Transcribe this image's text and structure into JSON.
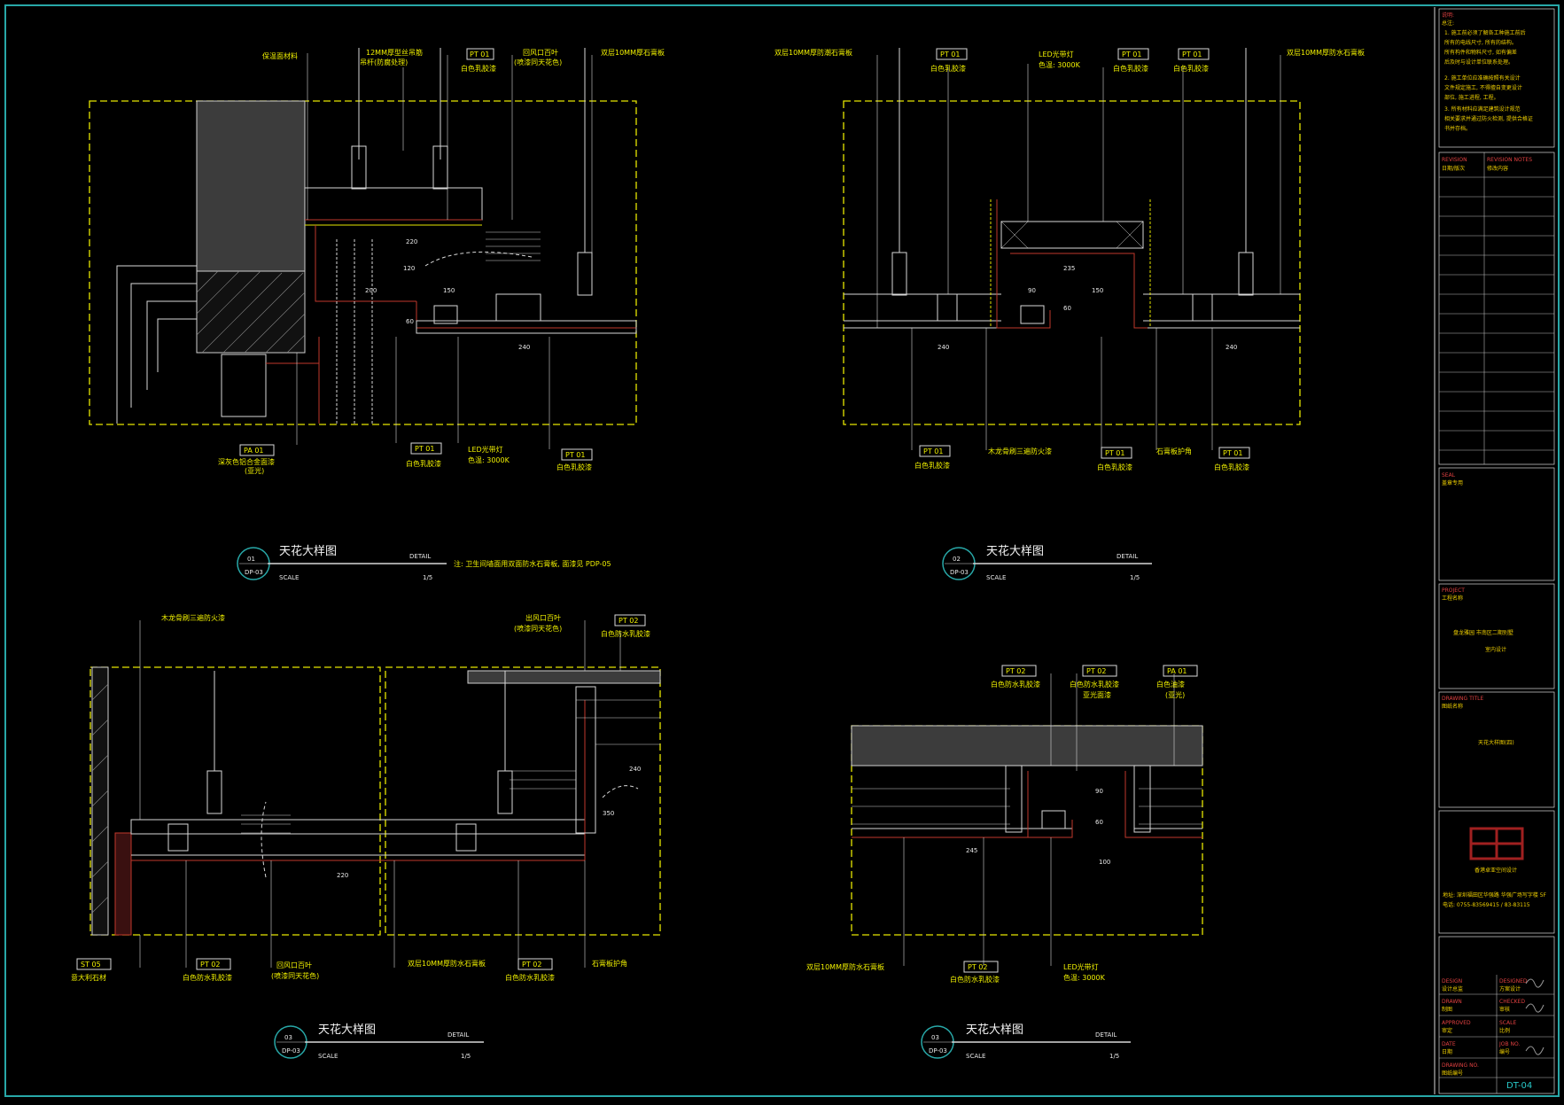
{
  "colors": {
    "border": "#28a8a8",
    "frame": "#e6e600",
    "text": "#f0f000",
    "accent": "#e04040"
  },
  "details": [
    {
      "number": "01",
      "ref": "DP-03",
      "title": "天花大样图",
      "detail": "DETAIL",
      "scale_label": "SCALE",
      "scale": "1/5",
      "note": "注: 卫生间墙面用双面防水石膏板, 面漆见 PDP-05",
      "labels_top": [
        "保温面材料",
        "12MM厚型丝吊筋",
        "吊杆(防腐处理)",
        "PT 01",
        "白色乳胶漆",
        "回风口百叶",
        "(喷漆同天花色)",
        "双层10MM厚石膏板"
      ],
      "labels_bottom": [
        "PA 01",
        "深灰色铝合金面漆",
        "(亚光)",
        "PT 01",
        "白色乳胶漆",
        "LED光带灯",
        "色温: 3000K",
        "PT 01",
        "白色乳胶漆"
      ],
      "dims": [
        "220",
        "120",
        "200",
        "150",
        "60",
        "240"
      ]
    },
    {
      "number": "02",
      "ref": "DP-03",
      "title": "天花大样图",
      "detail": "DETAIL",
      "scale_label": "SCALE",
      "scale": "1/5",
      "labels_top": [
        "双层10MM厚防潮石膏板",
        "PT 01",
        "白色乳胶漆",
        "LED光带灯",
        "色温: 3000K",
        "PT 01",
        "白色乳胶漆",
        "PT 01",
        "白色乳胶漆",
        "双层10MM厚防水石膏板"
      ],
      "labels_bottom": [
        "PT 01",
        "白色乳胶漆",
        "木龙骨刷三遍防火漆",
        "PT 01",
        "白色乳胶漆",
        "石膏板护角",
        "PT 01",
        "白色乳胶漆"
      ],
      "dims": [
        "235",
        "90",
        "150",
        "60",
        "240",
        "240"
      ]
    },
    {
      "number": "03",
      "ref": "DP-03",
      "title": "天花大样图",
      "detail": "DETAIL",
      "scale_label": "SCALE",
      "scale": "1/5",
      "labels_top": [
        "木龙骨刷三遍防火漆",
        "出风口百叶",
        "(喷漆同天花色)",
        "PT 02",
        "白色防水乳胶漆"
      ],
      "labels_bottom": [
        "ST 05",
        "意大利石材",
        "PT 02",
        "白色防水乳胶漆",
        "回风口百叶",
        "(喷漆同天花色)",
        "双层10MM厚防水石膏板",
        "PT 02",
        "白色防水乳胶漆",
        "石膏板护角"
      ],
      "dims": [
        "240",
        "350",
        "220"
      ]
    },
    {
      "number": "03",
      "ref": "DP-03",
      "title": "天花大样图",
      "detail": "DETAIL",
      "scale_label": "SCALE",
      "scale": "1/5",
      "labels_top": [
        "PT 02",
        "白色防水乳胶漆",
        "PT 02",
        "白色防水乳胶漆",
        "亚光面漆",
        "PA 01",
        "白色油漆",
        "(亚光)"
      ],
      "labels_bottom": [
        "双层10MM厚防水石膏板",
        "PT 02",
        "白色防水乳胶漆",
        "LED光带灯",
        "色温: 3000K"
      ],
      "dims": [
        "245",
        "90",
        "60",
        "100"
      ]
    }
  ],
  "title_block": {
    "notes_head": "说明:",
    "notes_sub": "总注:",
    "notes": [
      "1. 施工前必须了解各工种施工前后",
      "所有的电线尺寸, 所有的结构。",
      "所有构件和物料尺寸, 如有偏差",
      "后及时与设计单位联系处理。",
      "2. 施工单位应准确按照有关设计",
      "文件规定施工, 不得擅自变更设计",
      "部位, 施工进程, 工程。",
      "3. 所有材料应满足建筑设计规范",
      "相关要求并通过防火检测, 提供合格证",
      "书并存档。"
    ],
    "revision_head": "REVISION",
    "revision_head2": "REVISION NOTES",
    "revision_col1": "日期/版次",
    "revision_col2": "修改内容",
    "seal_head": "SEAL",
    "seal_value": "盖章专用",
    "project_head": "PROJECT",
    "project_sub": "工程名称",
    "project_name": "盘龙雅园 市南区二期别墅",
    "project_name2": "室内设计",
    "drawing_head": "DRAWING TITLE",
    "drawing_sub": "图纸名称",
    "drawing_title": "天花大样图(四)",
    "company": "香港卓亚空间设计",
    "address": "地址: 深圳福田区华强路 华强广场写字楼 5F",
    "tel": "电话: 0755-83569415 / 83-83115",
    "roles": [
      {
        "en": "DESIGN",
        "cn": "设计总监",
        "en2": "DESIGNED",
        "cn2": "方案设计"
      },
      {
        "en": "DRAWN",
        "cn": "制图",
        "en2": "CHECKED",
        "cn2": "审核"
      },
      {
        "en": "APPROVED",
        "cn": "审定",
        "en2": "SCALE",
        "cn2": "比例"
      },
      {
        "en": "DATE",
        "cn": "日期",
        "en2": "JOB NO.",
        "cn2": "编号"
      },
      {
        "en": "DRAWING NO.",
        "cn": "图纸编号",
        "en2": "",
        "cn2": ""
      }
    ],
    "drawing_no": "DT-04"
  }
}
